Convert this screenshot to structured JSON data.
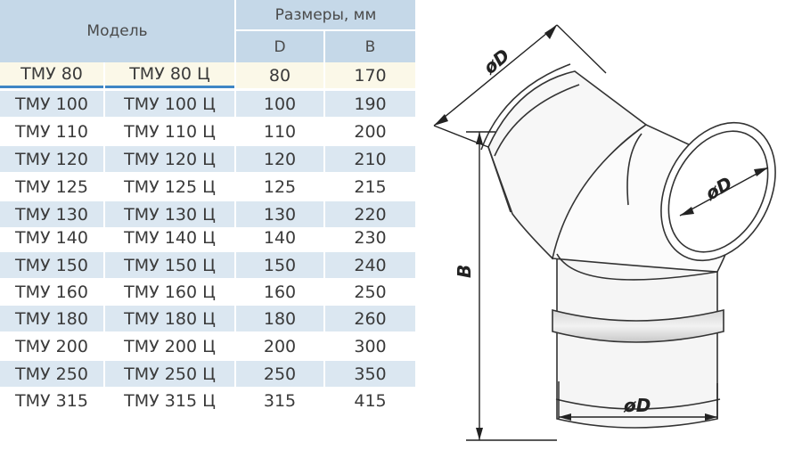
{
  "table": {
    "header_model": "Модель",
    "header_sizes": "Размеры, мм",
    "header_d": "D",
    "header_b": "B",
    "rows": [
      {
        "m": "ТМУ 80",
        "mz": "ТМУ 80 Ц",
        "d": "80",
        "b": "170"
      },
      {
        "m": "ТМУ 100",
        "mz": "ТМУ 100 Ц",
        "d": "100",
        "b": "190"
      },
      {
        "m": "ТМУ 110",
        "mz": "ТМУ 110 Ц",
        "d": "110",
        "b": "200"
      },
      {
        "m": "ТМУ 120",
        "mz": "ТМУ 120 Ц",
        "d": "120",
        "b": "210"
      },
      {
        "m": "ТМУ 125",
        "mz": "ТМУ 125 Ц",
        "d": "125",
        "b": "215"
      },
      {
        "m": "ТМУ 130",
        "mz": "ТМУ 130 Ц",
        "d": "130",
        "b": "220"
      },
      {
        "m": "ТМУ 140",
        "mz": "ТМУ 140 Ц",
        "d": "140",
        "b": "230"
      },
      {
        "m": "ТМУ 150",
        "mz": "ТМУ 150 Ц",
        "d": "150",
        "b": "240"
      },
      {
        "m": "ТМУ 160",
        "mz": "ТМУ 160 Ц",
        "d": "160",
        "b": "250"
      },
      {
        "m": "ТМУ 180",
        "mz": "ТМУ 180 Ц",
        "d": "180",
        "b": "260"
      },
      {
        "m": "ТМУ 200",
        "mz": "ТМУ 200 Ц",
        "d": "200",
        "b": "300"
      },
      {
        "m": "ТМУ 250",
        "mz": "ТМУ 250 Ц",
        "d": "250",
        "b": "350"
      },
      {
        "m": "ТМУ 315",
        "mz": "ТМУ 315 Ц",
        "d": "315",
        "b": "415"
      }
    ]
  },
  "diagram": {
    "label_d_top": "øD",
    "label_d_side": "øD",
    "label_d_bottom": "øD",
    "label_b": "B"
  },
  "colors": {
    "header_bg": "#c5d8e8",
    "row_shade": "#dbe7f1",
    "first_row_bg": "#fbf8e8",
    "accent_blue": "#3f86c5"
  }
}
